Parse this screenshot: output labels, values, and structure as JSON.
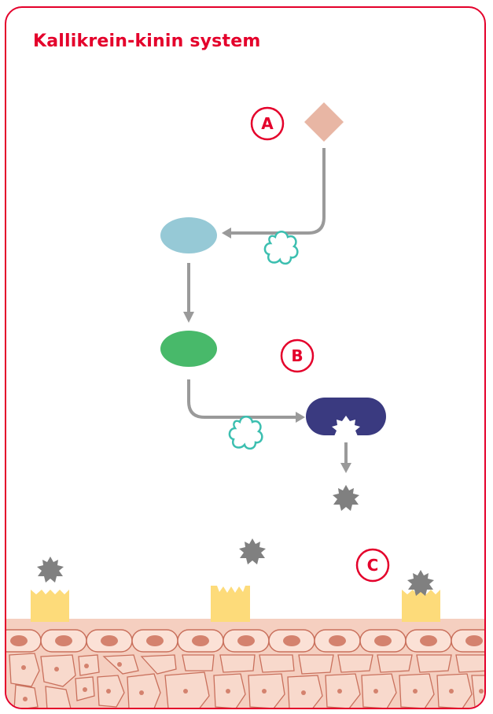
{
  "title": "Kallikrein-kinin system",
  "steps": {
    "a": "A",
    "b": "B",
    "c": "C"
  },
  "colors": {
    "accent": "#e4002b",
    "prekallikrein": "#e8b6a4",
    "enzyme_outline": "#3cbfb0",
    "blue_node": "#96c9d6",
    "green_node": "#48b96a",
    "navy_node": "#3a3a80",
    "kinin": "#808080",
    "receptor": "#fddb7a",
    "tissue": "#f5cfc0",
    "nucleus": "#d4826e",
    "arrow": "#9a9a9a"
  }
}
